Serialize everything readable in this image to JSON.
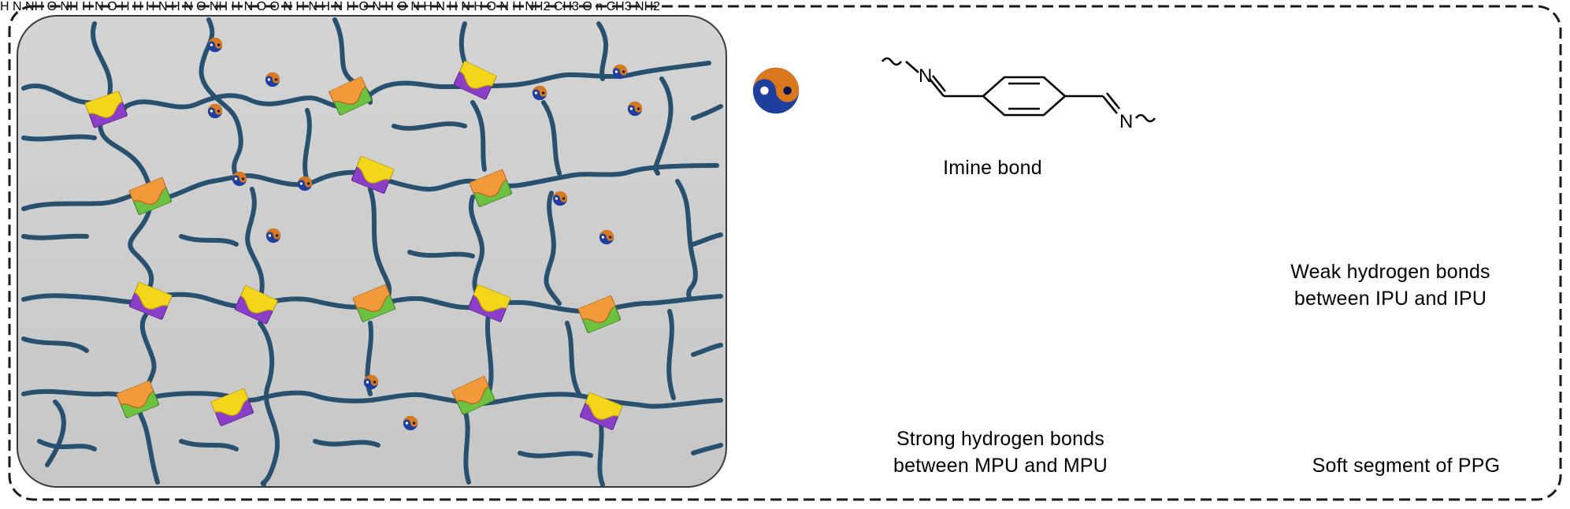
{
  "legend": {
    "imine": {
      "caption": "Imine bond",
      "colors": {
        "orange": "#d9781c",
        "blue": "#1f3f9e"
      }
    },
    "weak_hbond": {
      "caption_line1": "Weak hydrogen bonds",
      "caption_line2": "between IPU and IPU",
      "colors": {
        "orange": "#f29a3a",
        "green": "#6cc140"
      }
    },
    "strong_hbond": {
      "caption_line1": "Strong hydrogen bonds",
      "caption_line2": "between MPU and MPU",
      "colors": {
        "yellow": "#f3d61a",
        "purple": "#8b3fc9"
      }
    },
    "soft_segment": {
      "caption": "Soft segment of PPG",
      "color": "#5b86b8"
    }
  },
  "chem": {
    "N": "N",
    "O": "O",
    "H": "H",
    "CH3": "CH",
    "sub3": "3",
    "NH": "NH",
    "sub2": "2",
    "n": "n"
  },
  "network": {
    "background": "#cfcfcf",
    "chain_color": "#28506f"
  }
}
